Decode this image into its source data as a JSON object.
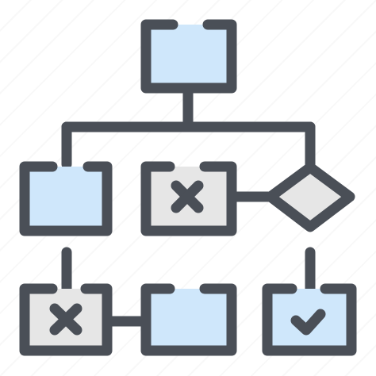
{
  "icon": {
    "name": "process-flowchart-icon"
  },
  "colors": {
    "stroke": "#4a4f57",
    "fill_blue": "#cfe7fb",
    "fill_gray": "#e6e6e6",
    "background": "#ffffff"
  },
  "nodes": [
    {
      "id": "top",
      "kind": "process",
      "fill": "blue",
      "mark": "none"
    },
    {
      "id": "mid-left",
      "kind": "process",
      "fill": "blue",
      "mark": "none"
    },
    {
      "id": "mid-center",
      "kind": "process",
      "fill": "gray",
      "mark": "cross"
    },
    {
      "id": "decision",
      "kind": "decision",
      "fill": "gray",
      "mark": "none"
    },
    {
      "id": "bottom-left",
      "kind": "process",
      "fill": "gray",
      "mark": "cross"
    },
    {
      "id": "bottom-center",
      "kind": "process",
      "fill": "blue",
      "mark": "none"
    },
    {
      "id": "bottom-right",
      "kind": "process",
      "fill": "blue",
      "mark": "check"
    }
  ]
}
